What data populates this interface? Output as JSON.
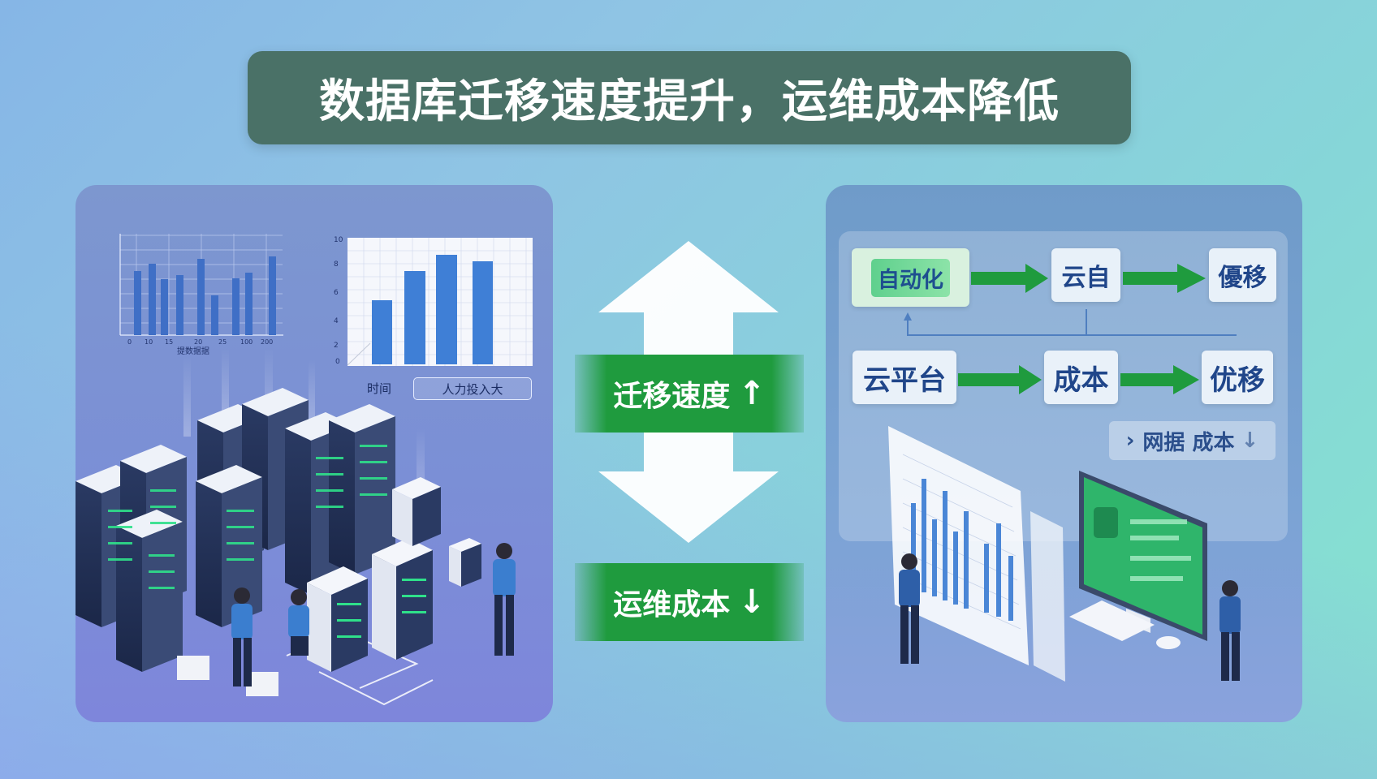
{
  "title": "数据库迁移速度提升，运维成本降低",
  "center": {
    "speed_label": "迁移速度",
    "speed_arrow": "↑",
    "cost_label": "运维成本",
    "cost_arrow": "↓"
  },
  "left_panel": {
    "chart_bottom_label_time": "时间",
    "chart_bottom_label_input": "人力投入大"
  },
  "right_panel": {
    "flow_nodes": {
      "row1": [
        "自动化",
        "云自",
        "優移"
      ],
      "row2": [
        "云平台",
        "成本",
        "优移"
      ]
    },
    "sub_node": "网据 成本"
  },
  "colors": {
    "title_bg": "#4a7167",
    "green_band": "#1f9b3e",
    "bar_blue": "#3f6fc6"
  }
}
